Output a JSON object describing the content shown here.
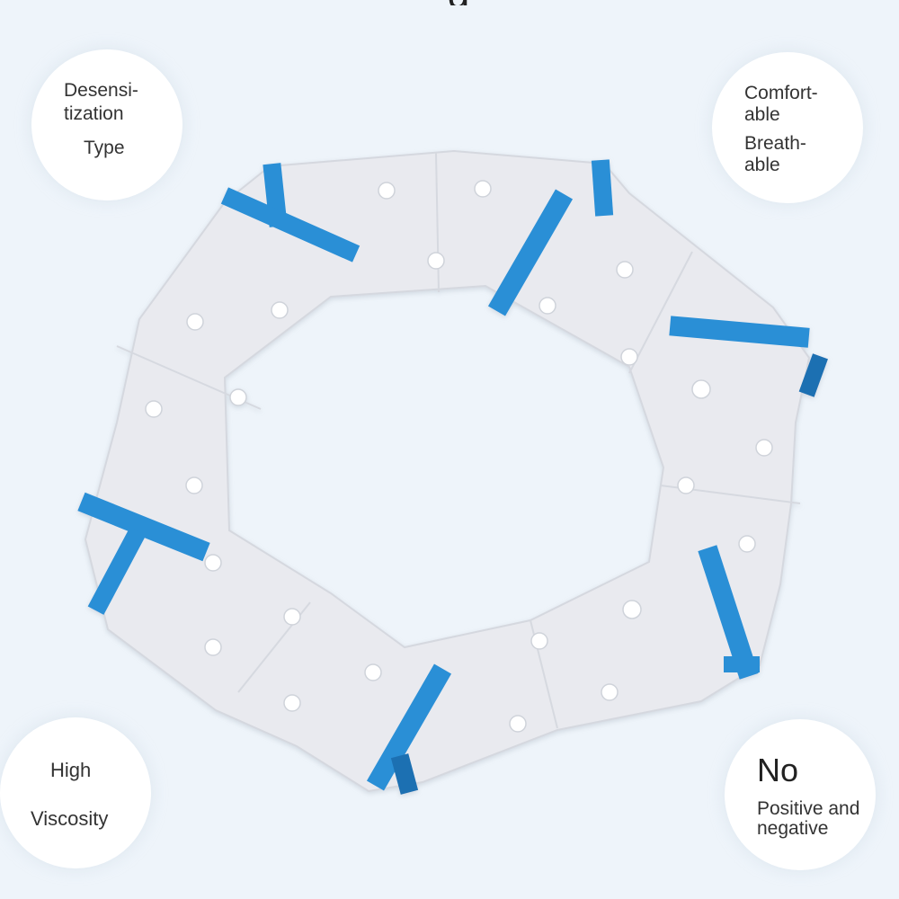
{
  "top_title_fragment": "g",
  "badges": {
    "top_left": {
      "line1": "Desensi-",
      "line2": "tization",
      "line3": "Type"
    },
    "top_right": {
      "line1": "Comfort-",
      "line2": "able",
      "line3": "Breath-",
      "line4": "able"
    },
    "bottom_left": {
      "line1": "High",
      "line2": "Viscosity"
    },
    "bottom_right": {
      "line1": "No",
      "line2": "Positive and",
      "line3": "negative"
    }
  },
  "product": {
    "name": "wig-tape-ring",
    "segment_color": "#e9eaef",
    "edge_color": "#d5d8df",
    "tab_color": "#2c8fd6",
    "tab_dark_color": "#1f6fb2",
    "hole_color": "#ffffff"
  }
}
